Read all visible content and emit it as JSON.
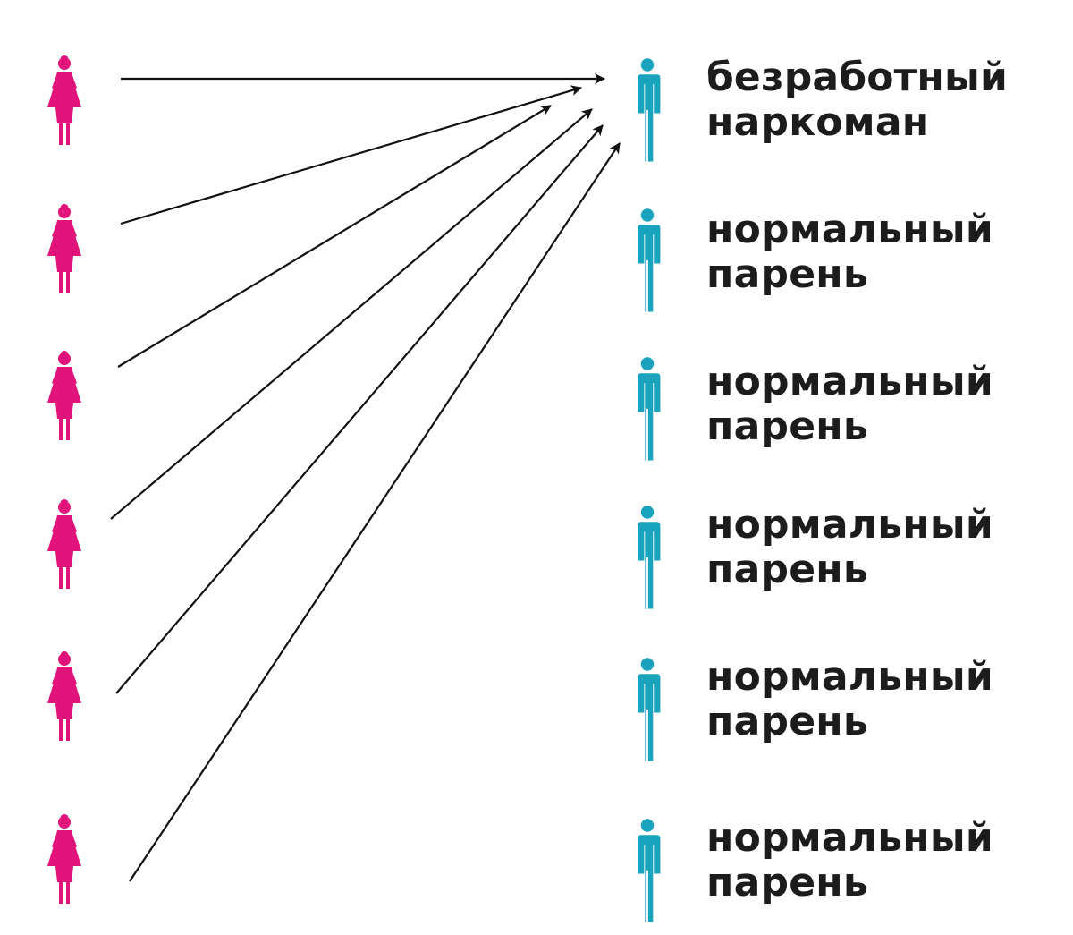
{
  "colors": {
    "woman": "#e0147a",
    "man": "#19a3bd",
    "arrow": "#111111",
    "text": "#1c1c1c"
  },
  "women": [
    {
      "icon": "woman-icon"
    },
    {
      "icon": "woman-icon"
    },
    {
      "icon": "woman-icon"
    },
    {
      "icon": "woman-icon"
    },
    {
      "icon": "woman-icon"
    },
    {
      "icon": "woman-icon"
    }
  ],
  "men": [
    {
      "icon": "man-icon",
      "line1": "безработный",
      "line2": "наркоман"
    },
    {
      "icon": "man-icon",
      "line1": "нормальный",
      "line2": "парень"
    },
    {
      "icon": "man-icon",
      "line1": "нормальный",
      "line2": "парень"
    },
    {
      "icon": "man-icon",
      "line1": "нормальный",
      "line2": "парень"
    },
    {
      "icon": "man-icon",
      "line1": "нормальный",
      "line2": "парень"
    },
    {
      "icon": "man-icon",
      "line1": "нормальный",
      "line2": "парень"
    }
  ],
  "arrows": [
    {
      "from": "woman-1",
      "to": "man-1"
    },
    {
      "from": "woman-2",
      "to": "man-1"
    },
    {
      "from": "woman-3",
      "to": "man-1"
    },
    {
      "from": "woman-4",
      "to": "man-1"
    },
    {
      "from": "woman-5",
      "to": "man-1"
    },
    {
      "from": "woman-6",
      "to": "man-1"
    }
  ]
}
